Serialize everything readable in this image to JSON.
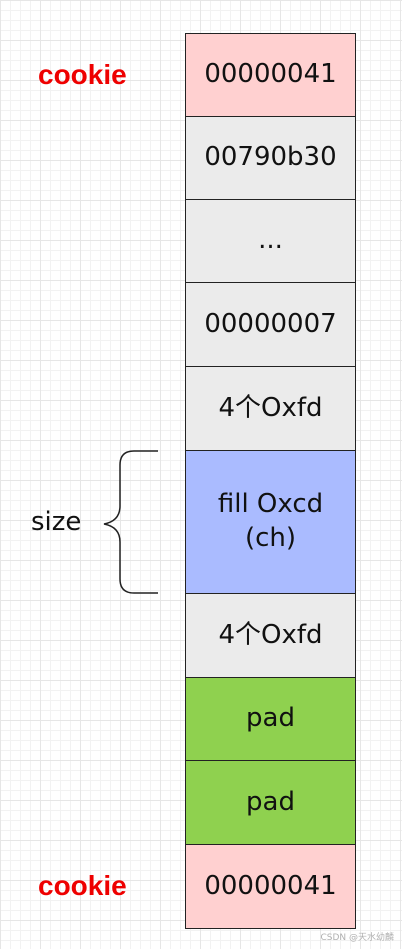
{
  "labels": {
    "cookie_top": "cookie",
    "size": "size",
    "cookie_bottom": "cookie"
  },
  "cells": [
    {
      "text": "00000041",
      "color": "#ffd0d0"
    },
    {
      "text": "00790b30",
      "color": "#ebebeb"
    },
    {
      "text": "...",
      "color": "#ebebeb"
    },
    {
      "text": "00000007",
      "color": "#ebebeb"
    },
    {
      "text": "4个Oxfd",
      "color": "#ebebeb"
    },
    {
      "text": "fill Oxcd\n(ch)",
      "color": "#aabbff"
    },
    {
      "text": "4个Oxfd",
      "color": "#ebebeb"
    },
    {
      "text": "pad",
      "color": "#8fd14f"
    },
    {
      "text": "pad",
      "color": "#8fd14f"
    },
    {
      "text": "00000041",
      "color": "#ffd0d0"
    }
  ],
  "watermark": "CSDN @天水幼麟"
}
